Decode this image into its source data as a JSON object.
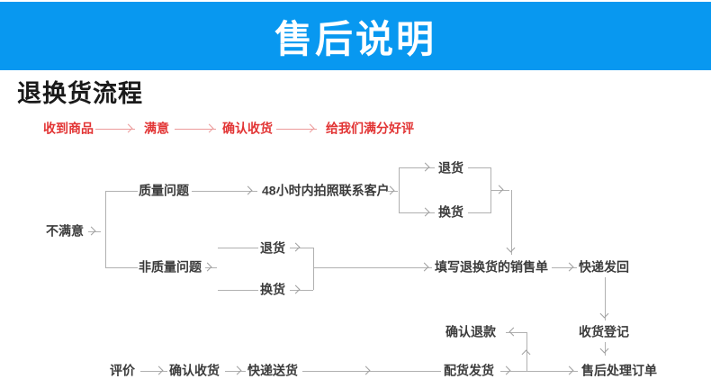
{
  "banner": {
    "title": "售后说明"
  },
  "section_title": "退换货流程",
  "happy_flow": {
    "received": "收到商品",
    "satisfied": "满意",
    "confirm_receipt": "确认收货",
    "praise": "给我们满分好评"
  },
  "flow": {
    "unsatisfied": "不满意",
    "quality_issue": "质量问题",
    "contact_48h": "48小时内拍照联系客户",
    "return_top": "退货",
    "exchange_top": "换货",
    "non_quality_issue": "非质量问题",
    "return_bottom": "退货",
    "exchange_bottom": "换货",
    "fill_sales_form": "填写退换货的销售单",
    "express_send_back": "快递发回",
    "receipt_register": "收货登记",
    "after_sale_order": "售后处理订单",
    "review": "评价",
    "confirm_receipt": "确认收货",
    "express_delivery": "快递送货",
    "dispatch_goods": "配货发货",
    "confirm_refund": "确认退款"
  },
  "colors": {
    "banner_bg": "#0898f0",
    "banner_text": "#ffffff",
    "red_text": "#e23434",
    "red_arrow": "#ec9b9b",
    "line_gray": "#b0b0b0",
    "text": "#3b3b3b"
  }
}
